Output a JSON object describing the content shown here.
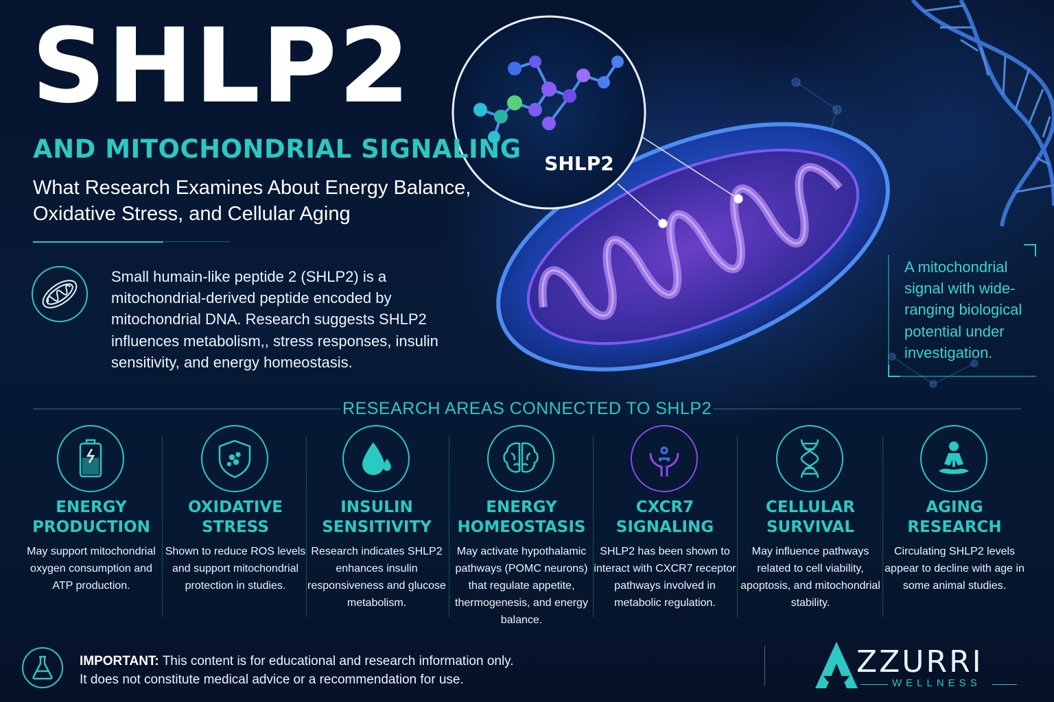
{
  "header": {
    "title": "SHLP2",
    "subtitle": "AND MITOCHONDRIAL SIGNALING",
    "tagline": "What Research Examines About Energy Balance, Oxidative Stress, and Cellular Aging"
  },
  "intro": {
    "icon": "mitochondrion-icon",
    "text": "Small humain-like peptide 2 (SHLP2) is a mitochondrial-derived peptide encoded by mitochondrial DNA. Research suggests SHLP2 influences metabolism,, stress responses, insulin sensitivity, and energy homeostasis."
  },
  "illustration": {
    "molecule_label": "SHLP2"
  },
  "callout": {
    "text": "A mitochondrial signal with wide-ranging biological potential under investigation."
  },
  "research": {
    "title": "RESEARCH AREAS CONNECTED TO SHLP2",
    "areas": [
      {
        "icon": "battery-icon",
        "label_line1": "ENERGY",
        "label_line2": "PRODUCTION",
        "desc": "May support mitochondrial oxygen consumption and ATP production."
      },
      {
        "icon": "shield-icon",
        "label_line1": "OXIDATIVE",
        "label_line2": "STRESS",
        "desc": "Shown to reduce ROS levels and support mitochondrial protection in studies."
      },
      {
        "icon": "droplet-icon",
        "label_line1": "INSULIN",
        "label_line2": "SENSITIVITY",
        "desc": "Research indicates SHLP2 enhances insulin responsiveness and glucose metabolism."
      },
      {
        "icon": "brain-icon",
        "label_line1": "ENERGY",
        "label_line2": "HOMEOSTASIS",
        "desc": "May activate hypothalamic pathways (POMC neurons) that regulate appetite, thermogenesis, and energy balance."
      },
      {
        "icon": "receptor-icon",
        "label_line1": "CXCR7",
        "label_line2": "SIGNALING",
        "desc": "SHLP2 has been shown to interact with CXCR7 receptor pathways involved in metabolic regulation."
      },
      {
        "icon": "dna-icon",
        "label_line1": "CELLULAR",
        "label_line2": "SURVIVAL",
        "desc": "May influence pathways related to cell viability, apoptosis, and mitochondrial stability."
      },
      {
        "icon": "meditation-icon",
        "label_line1": "AGING",
        "label_line2": "RESEARCH",
        "desc": "Circulating SHLP2 levels appear to decline with age in some animal studies."
      }
    ]
  },
  "footer": {
    "icon": "flask-icon",
    "notice_bold": "IMPORTANT:",
    "notice_line1": "This content is for educational and research information only.",
    "notice_line2": "It does not constitute medical advice or a recommendation for use.",
    "brand_name": "ZZURRI",
    "brand_sub": "WELLNESS"
  },
  "colors": {
    "accent_teal": "#2cc8c2",
    "accent_purple": "#8a4be8",
    "background": "#06142e"
  }
}
